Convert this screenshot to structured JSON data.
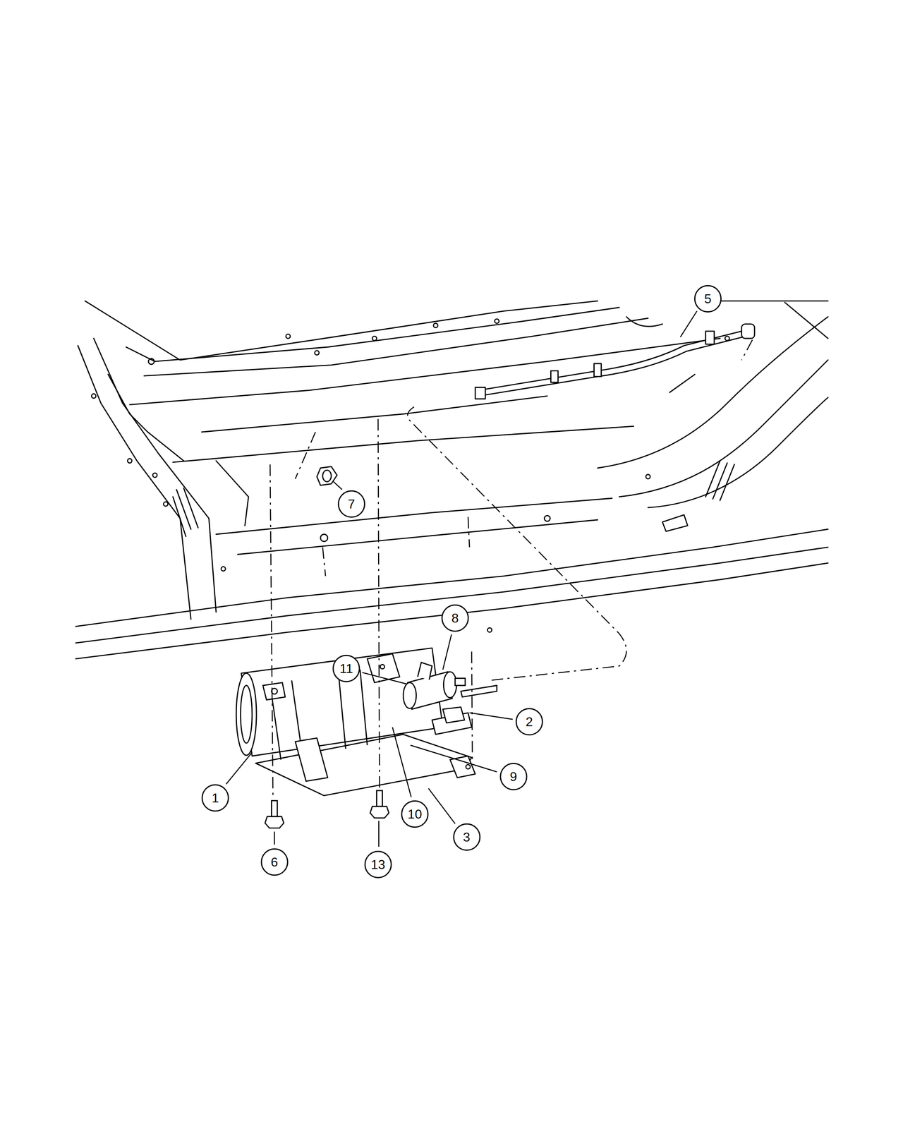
{
  "diagram": {
    "nodes": [
      {
        "text": [
          "5"
        ]
      },
      {
        "text": [
          "7"
        ]
      },
      {
        "text": [
          "8"
        ]
      },
      {
        "text": [
          "11"
        ]
      },
      {
        "text": [
          "2"
        ]
      },
      {
        "text": [
          "9"
        ]
      },
      {
        "text": [
          "1"
        ]
      },
      {
        "text": [
          "10"
        ]
      },
      {
        "text": [
          "3"
        ]
      },
      {
        "text": [
          "6"
        ]
      },
      {
        "text": [
          "13"
        ]
      }
    ]
  }
}
